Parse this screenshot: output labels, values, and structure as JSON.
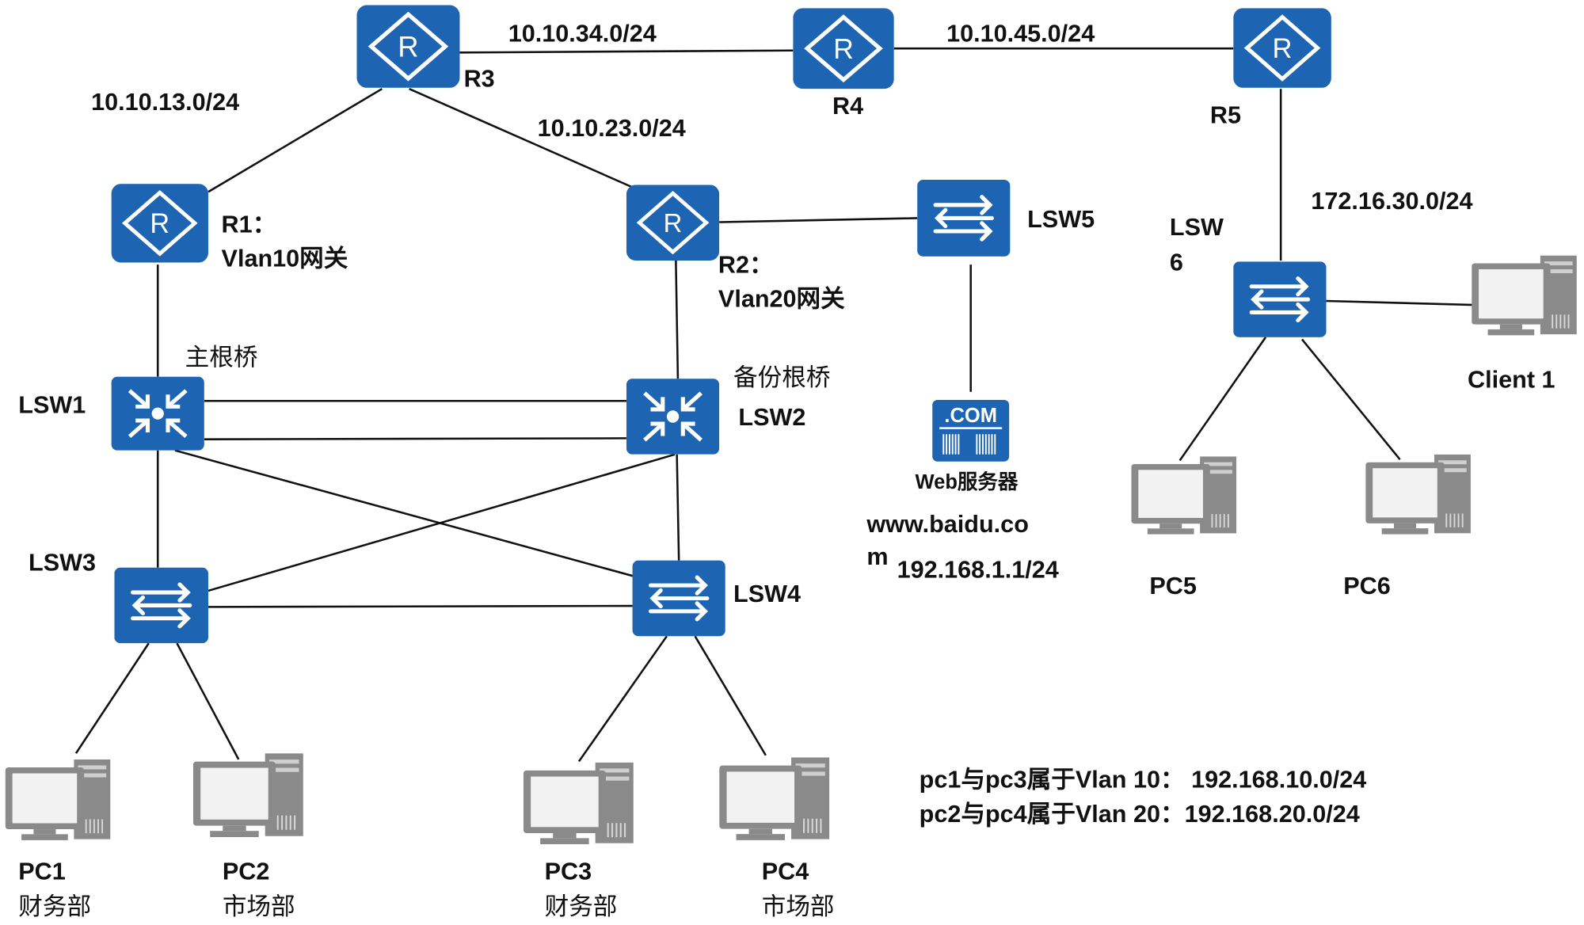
{
  "colors": {
    "device_blue": "#1d65b3",
    "pc_gray": "#8a8a8a",
    "link": "#111111"
  },
  "networks": {
    "r3_r4": "10.10.34.0/24",
    "r4_r5": "10.10.45.0/24",
    "r1_r3": "10.10.13.0/24",
    "r2_r3": "10.10.23.0/24",
    "r5_lsw6": "172.16.30.0/24"
  },
  "devices": {
    "r3": "R3",
    "r4": "R4",
    "r5": "R5",
    "r1": "R1：",
    "r1_role": "Vlan10网关",
    "r2": "R2：",
    "r2_role": "Vlan20网关",
    "lsw1": "LSW1",
    "lsw1_role": "主根桥",
    "lsw2": "LSW2",
    "lsw2_role": "备份根桥",
    "lsw3": "LSW3",
    "lsw4": "LSW4",
    "lsw5": "LSW5",
    "lsw6_line1": "LSW",
    "lsw6_line2": "6",
    "server_icon_text": ".COM",
    "server": "Web服务器",
    "server_domain_line1": "www.baidu.co",
    "server_domain_line2": "m",
    "server_ip": "192.168.1.1/24",
    "pc1": "PC1",
    "pc1_dept": "财务部",
    "pc2": "PC2",
    "pc2_dept": "市场部",
    "pc3": "PC3",
    "pc3_dept": "财务部",
    "pc4": "PC4",
    "pc4_dept": "市场部",
    "pc5": "PC5",
    "pc6": "PC6",
    "client1": "Client 1"
  },
  "notes": [
    "pc1与pc3属于Vlan 10：  192.168.10.0/24",
    "pc2与pc4属于Vlan 20：192.168.20.0/24"
  ]
}
